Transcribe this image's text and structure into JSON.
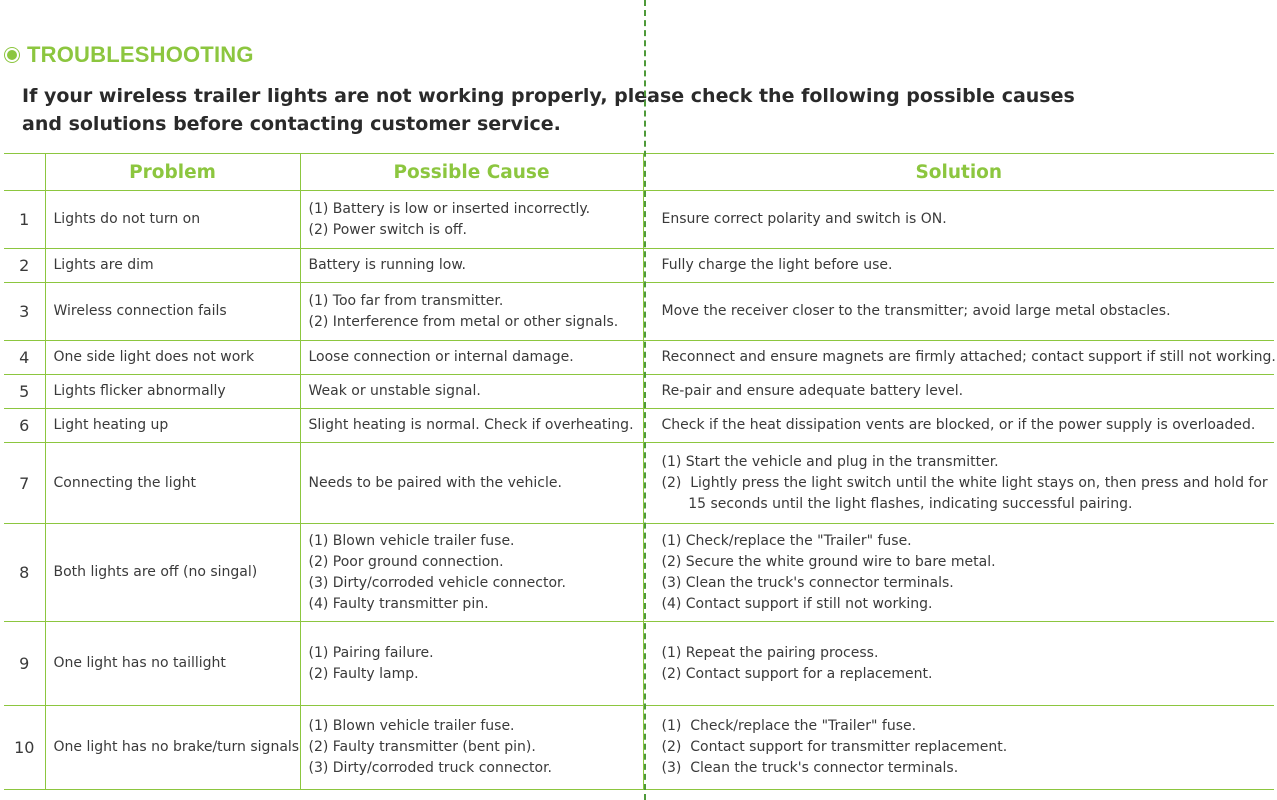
{
  "header": {
    "title": "TROUBLESHOOTING",
    "intro_line1": "If your wireless trailer lights are not working properly, please check the following possible causes",
    "intro_line2": "and solutions before contacting customer service."
  },
  "table": {
    "columns": [
      "",
      "Problem",
      "Possible Cause",
      "Solution"
    ],
    "rows": [
      {
        "num": "1",
        "problem": "Lights do not turn on",
        "cause": [
          "(1) Battery is low or inserted incorrectly.",
          "(2) Power switch is off."
        ],
        "solution": [
          "Ensure correct polarity and switch is ON."
        ]
      },
      {
        "num": "2",
        "problem": "Lights are dim",
        "cause": [
          "Battery is running low."
        ],
        "solution": [
          "Fully charge the light before use."
        ]
      },
      {
        "num": "3",
        "problem": "Wireless connection fails",
        "cause": [
          "(1) Too far from transmitter.",
          "(2) Interference from metal or other signals."
        ],
        "solution": [
          "Move the receiver closer to the transmitter; avoid large metal obstacles."
        ]
      },
      {
        "num": "4",
        "problem": "One side light does not work",
        "cause": [
          "Loose connection or internal damage."
        ],
        "solution": [
          "Reconnect and ensure magnets are firmly attached; contact support if still not working."
        ]
      },
      {
        "num": "5",
        "problem": "Lights flicker abnormally",
        "cause": [
          "Weak or unstable signal."
        ],
        "solution": [
          "Re-pair and ensure adequate battery level."
        ]
      },
      {
        "num": "6",
        "problem": "Light heating up",
        "cause": [
          "Slight heating is normal. Check if overheating."
        ],
        "solution": [
          "Check if the heat dissipation vents are blocked, or if the power supply is overloaded."
        ]
      },
      {
        "num": "7",
        "problem": "Connecting the light",
        "cause": [
          "Needs to be paired with the vehicle."
        ],
        "solution": [
          "(1) Start the vehicle and plug in the transmitter.",
          "(2)  Lightly press the light switch until the white light stays on, then press and hold for",
          "      15 seconds until the light flashes, indicating successful pairing."
        ]
      },
      {
        "num": "8",
        "problem": "Both lights are off (no singal)",
        "cause": [
          "(1) Blown vehicle trailer fuse.",
          "(2) Poor ground connection.",
          "(3) Dirty/corroded vehicle connector.",
          "(4) Faulty transmitter pin."
        ],
        "solution": [
          "(1) Check/replace the \"Trailer\" fuse.",
          "(2) Secure the white ground wire to bare metal.",
          "(3) Clean the truck's connector terminals.",
          "(4) Contact support if still not working."
        ]
      },
      {
        "num": "9",
        "problem": "One light has no taillight",
        "cause": [
          "(1) Pairing failure.",
          "(2) Faulty lamp."
        ],
        "solution": [
          "(1) Repeat the pairing process.",
          "(2) Contact support for a replacement."
        ]
      },
      {
        "num": "10",
        "problem": "One light has no brake/turn signals",
        "cause": [
          "(1) Blown vehicle trailer fuse.",
          "(2) Faulty transmitter (bent pin).",
          "(3) Dirty/corroded truck connector."
        ],
        "solution": [
          "(1)  Check/replace the \"Trailer\" fuse.",
          "(2)  Contact support for transmitter replacement.",
          "(3)  Clean the truck's connector terminals."
        ]
      }
    ]
  },
  "colors": {
    "accent": "#8cc63f",
    "divider": "#4f9a3a",
    "text": "#333333"
  }
}
